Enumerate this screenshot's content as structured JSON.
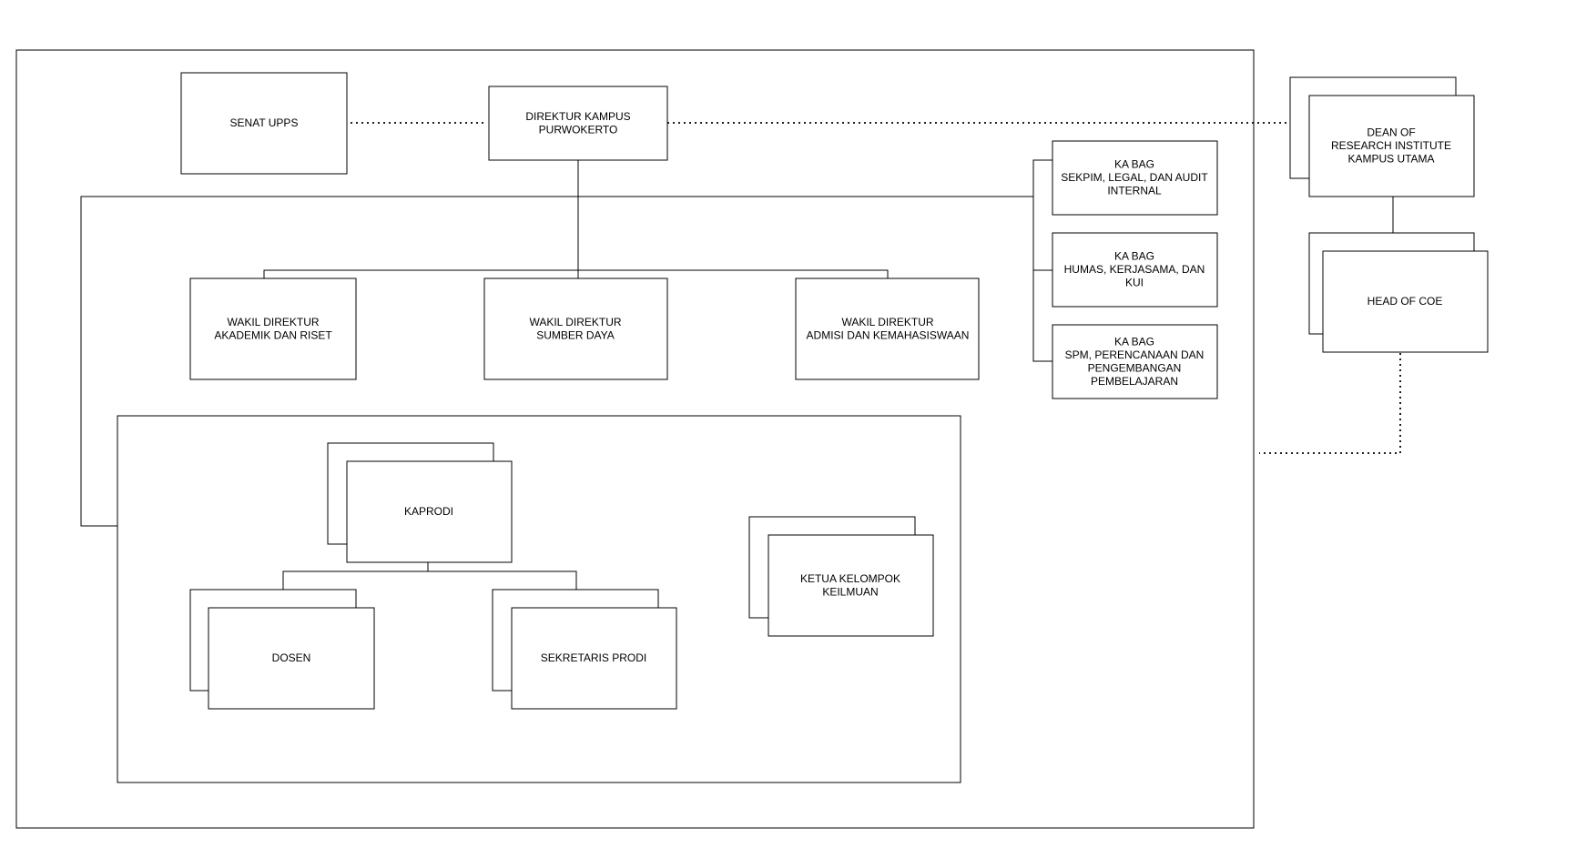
{
  "nodes": {
    "senat_upps": [
      "SENAT UPPS"
    ],
    "direktur": [
      "DIREKTUR KAMPUS",
      "PURWOKERTO"
    ],
    "dean": [
      "DEAN OF",
      "RESEARCH INSTITUTE",
      "KAMPUS UTAMA"
    ],
    "head_coe": [
      "HEAD OF COE"
    ],
    "kabag_sekpim": [
      "KA BAG",
      "SEKPIM, LEGAL, DAN AUDIT",
      "INTERNAL"
    ],
    "kabag_humas": [
      "KA BAG",
      "HUMAS, KERJASAMA, DAN",
      "KUI"
    ],
    "kabag_spm": [
      "KA BAG",
      "SPM, PERENCANAAN DAN",
      "PENGEMBANGAN",
      "PEMBELAJARAN"
    ],
    "wadir_akademik": [
      "WAKIL DIREKTUR",
      "AKADEMIK DAN RISET"
    ],
    "wadir_sumber": [
      "WAKIL DIREKTUR",
      "SUMBER DAYA"
    ],
    "wadir_admisi": [
      "WAKIL DIREKTUR",
      "ADMISI DAN KEMAHASISWAAN"
    ],
    "kaprodi": [
      "KAPRODI"
    ],
    "dosen": [
      "DOSEN"
    ],
    "sekretaris": [
      "SEKRETARIS PRODI"
    ],
    "ketua_kk": [
      "KETUA KELOMPOK",
      "KEILMUAN"
    ]
  }
}
